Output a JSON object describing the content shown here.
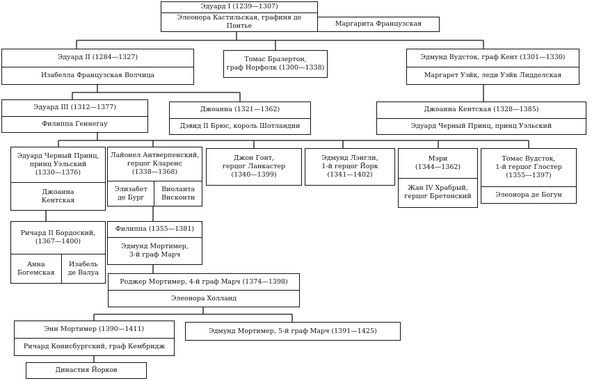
{
  "edward1": {
    "name": "Эдуард I (1239—1307)",
    "wife1": "Элеонора Кастильская, графиня де Понтье",
    "wife2": "Маргарита Французская"
  },
  "edward2": {
    "name": "Эдуард II  (1284—1327)",
    "spouse": "Изабелла Французская Волчица"
  },
  "thomas_brotherton": {
    "name": "Томас Бразертон,\nграф Норфолк (1300—1338)"
  },
  "edmund_woodstock": {
    "name": "Эдмунд Вудсток, граф Кент (1301—1330)",
    "spouse": "Маргарет Уэйк, леди Уэйк Лидделская"
  },
  "edward3": {
    "name": "Эдуард III  (1312—1377)",
    "spouse": "Филиппа  Геннегау"
  },
  "joan_tower": {
    "name": "Джоанна  (1321—1362)",
    "spouse": "Дэвид II Брюс, король Шотландии"
  },
  "joan_kent": {
    "name": "Джоанна  Кентская  (1328—1385)",
    "spouse": "Эдуард Черный Принц, принц Уэльский"
  },
  "black_prince": {
    "name": "Эдуард Черный Принц,\nпринц Уэльский\n(1330—1376)",
    "spouse": "Джоанна\nКентская"
  },
  "lionel": {
    "name": "Лайонел Антверпенский,\nгерцог Кларенс\n(1338—1368)",
    "spouse1": "Элизабет\nде Бург",
    "spouse2": "Виоланта\nВисконти"
  },
  "john_gaunt": {
    "name": "Джон Гонт,\nгерцог Ланкастер\n(1340—1399)"
  },
  "edmund_langley": {
    "name": "Эдмунд Лэнгли,\n1-й герцог Йорк\n(1341—1402)"
  },
  "mary": {
    "name": "Мэри\n(1344—1362)",
    "spouse": "Жан IV Храбрый,\nгерцог Бретонский"
  },
  "thomas_woodstock": {
    "name": "Томас Вудсток,\n1-й герцог Глостер\n(1355—1397)",
    "spouse": "Элеонора де Богун"
  },
  "richard2": {
    "name": "Ричард II Бордоский,\n(1367—1400)",
    "spouse1": "Анна\nБогемская",
    "spouse2": "Изабель\nде Валуа"
  },
  "philippa": {
    "name": "Филиппа (1355—1381)",
    "spouse": "Эдмунд Мортимер,\n3-й граф Марч"
  },
  "roger_mortimer": {
    "name": "Роджер Мортимер, 4-й граф Марч  (1374—1398)",
    "spouse": "Элеонора Холланд"
  },
  "anne_mortimer": {
    "name": "Энн Мортимер (1390—1411)",
    "spouse": "Ричард Конисбургский, граф Кембридж"
  },
  "edmund_mortimer5": {
    "name": "Эдмунд Мортимер,  5-й граф Марч  (1391—1425)"
  },
  "york_dynasty": {
    "name": "Династия Йорков"
  }
}
